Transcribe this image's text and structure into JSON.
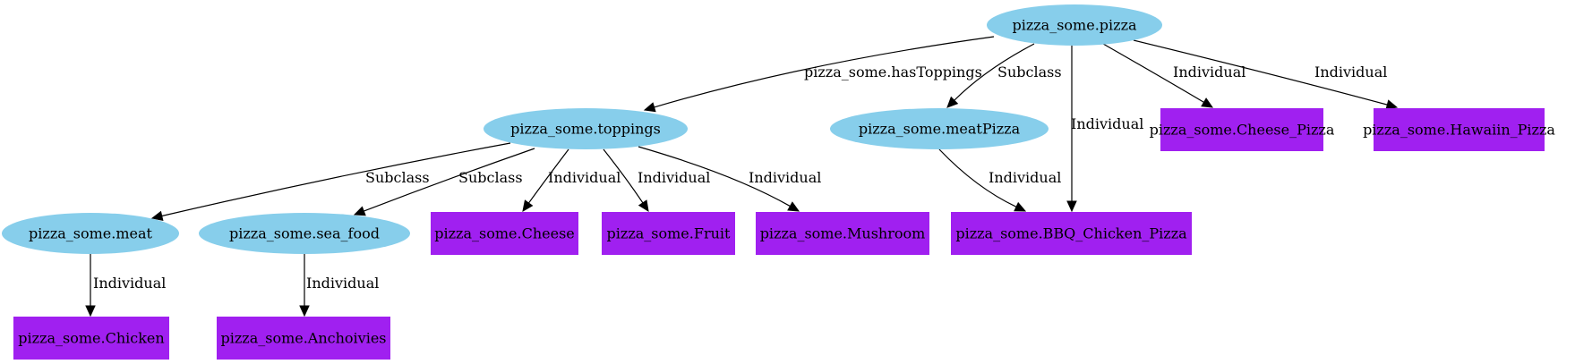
{
  "colors": {
    "class_fill": "#87ceeb",
    "individual_fill": "#a020f0",
    "edge": "#000000"
  },
  "nodes": [
    {
      "id": "pizza",
      "label": "pizza_some.pizza",
      "kind": "class"
    },
    {
      "id": "toppings",
      "label": "pizza_some.toppings",
      "kind": "class"
    },
    {
      "id": "meatPizza",
      "label": "pizza_some.meatPizza",
      "kind": "class"
    },
    {
      "id": "meat",
      "label": "pizza_some.meat",
      "kind": "class"
    },
    {
      "id": "sea_food",
      "label": "pizza_some.sea_food",
      "kind": "class"
    },
    {
      "id": "Cheese_Pizza",
      "label": "pizza_some.Cheese_Pizza",
      "kind": "individual"
    },
    {
      "id": "Hawaiin_Pizza",
      "label": "pizza_some.Hawaiin_Pizza",
      "kind": "individual"
    },
    {
      "id": "BBQ_Chicken_Pizza",
      "label": "pizza_some.BBQ_Chicken_Pizza",
      "kind": "individual"
    },
    {
      "id": "Cheese",
      "label": "pizza_some.Cheese",
      "kind": "individual"
    },
    {
      "id": "Fruit",
      "label": "pizza_some.Fruit",
      "kind": "individual"
    },
    {
      "id": "Mushroom",
      "label": "pizza_some.Mushroom",
      "kind": "individual"
    },
    {
      "id": "Chicken",
      "label": "pizza_some.Chicken",
      "kind": "individual"
    },
    {
      "id": "Anchoivies",
      "label": "pizza_some.Anchoivies",
      "kind": "individual"
    }
  ],
  "edges": [
    {
      "from": "pizza",
      "to": "toppings",
      "label": "pizza_some.hasToppings"
    },
    {
      "from": "pizza",
      "to": "meatPizza",
      "label": "Subclass"
    },
    {
      "from": "pizza",
      "to": "BBQ_Chicken_Pizza",
      "label": "Individual"
    },
    {
      "from": "pizza",
      "to": "Cheese_Pizza",
      "label": "Individual"
    },
    {
      "from": "pizza",
      "to": "Hawaiin_Pizza",
      "label": "Individual"
    },
    {
      "from": "toppings",
      "to": "meat",
      "label": "Subclass"
    },
    {
      "from": "toppings",
      "to": "sea_food",
      "label": "Subclass"
    },
    {
      "from": "toppings",
      "to": "Cheese",
      "label": "Individual"
    },
    {
      "from": "toppings",
      "to": "Fruit",
      "label": "Individual"
    },
    {
      "from": "toppings",
      "to": "Mushroom",
      "label": "Individual"
    },
    {
      "from": "meatPizza",
      "to": "BBQ_Chicken_Pizza",
      "label": "Individual"
    },
    {
      "from": "meat",
      "to": "Chicken",
      "label": "Individual"
    },
    {
      "from": "sea_food",
      "to": "Anchoivies",
      "label": "Individual"
    }
  ]
}
